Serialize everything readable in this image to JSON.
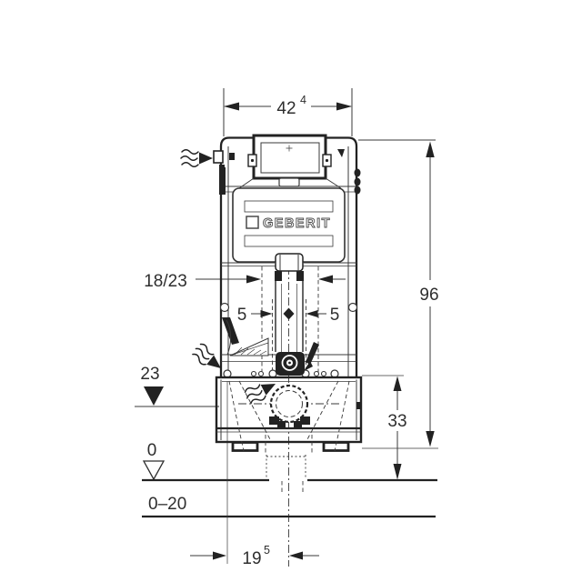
{
  "drawing": {
    "brand_label": "GEBERIT",
    "dims": {
      "top_width": "42",
      "top_width_sup": "4",
      "total_height": "96",
      "lower_height": "33",
      "level_mid": "23",
      "level_zero": "0",
      "floor_range": "0–20",
      "bend_offset": "18/23",
      "offset_left": "5",
      "offset_right": "5",
      "bottom_offset": "19",
      "bottom_offset_sup": "5"
    },
    "colors": {
      "line": "#3a3a3a",
      "dark": "#222222",
      "background": "#ffffff"
    }
  }
}
